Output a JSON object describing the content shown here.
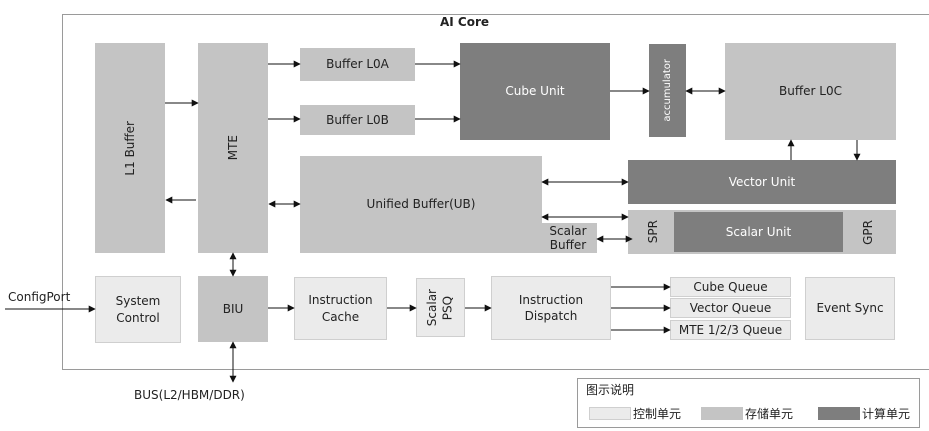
{
  "core": {
    "title": "AI Core"
  },
  "blocks": {
    "l1_buffer": "L1 Buffer",
    "mte": "MTE",
    "buffer_l0a": "Buffer L0A",
    "buffer_l0b": "Buffer L0B",
    "cube_unit": "Cube Unit",
    "accumulator": "accumulator",
    "buffer_l0c": "Buffer L0C",
    "unified_buffer": "Unified Buffer(UB)",
    "vector_unit": "Vector Unit",
    "scalar_buffer_line1": "Scalar",
    "scalar_buffer_line2": "Buffer",
    "spr": "SPR",
    "scalar_unit": "Scalar Unit",
    "gpr": "GPR",
    "system_control_line1": "System",
    "system_control_line2": "Control",
    "biu": "BIU",
    "instruction_cache_line1": "Instruction",
    "instruction_cache_line2": "Cache",
    "scalar_psq_line1": "Scalar",
    "scalar_psq_line2": "PSQ",
    "instruction_dispatch_line1": "Instruction",
    "instruction_dispatch_line2": "Dispatch",
    "cube_queue": "Cube Queue",
    "vector_queue": "Vector Queue",
    "mte_queue": "MTE 1/2/3 Queue",
    "event_sync": "Event Sync"
  },
  "external": {
    "config_port": "ConfigPort",
    "bus": "BUS(L2/HBM/DDR)"
  },
  "legend": {
    "title": "图示说明",
    "items": [
      {
        "label": "控制单元",
        "color": "#ebebeb"
      },
      {
        "label": "存储单元",
        "color": "#c4c4c4"
      },
      {
        "label": "计算单元",
        "color": "#7e7e7e"
      }
    ]
  }
}
